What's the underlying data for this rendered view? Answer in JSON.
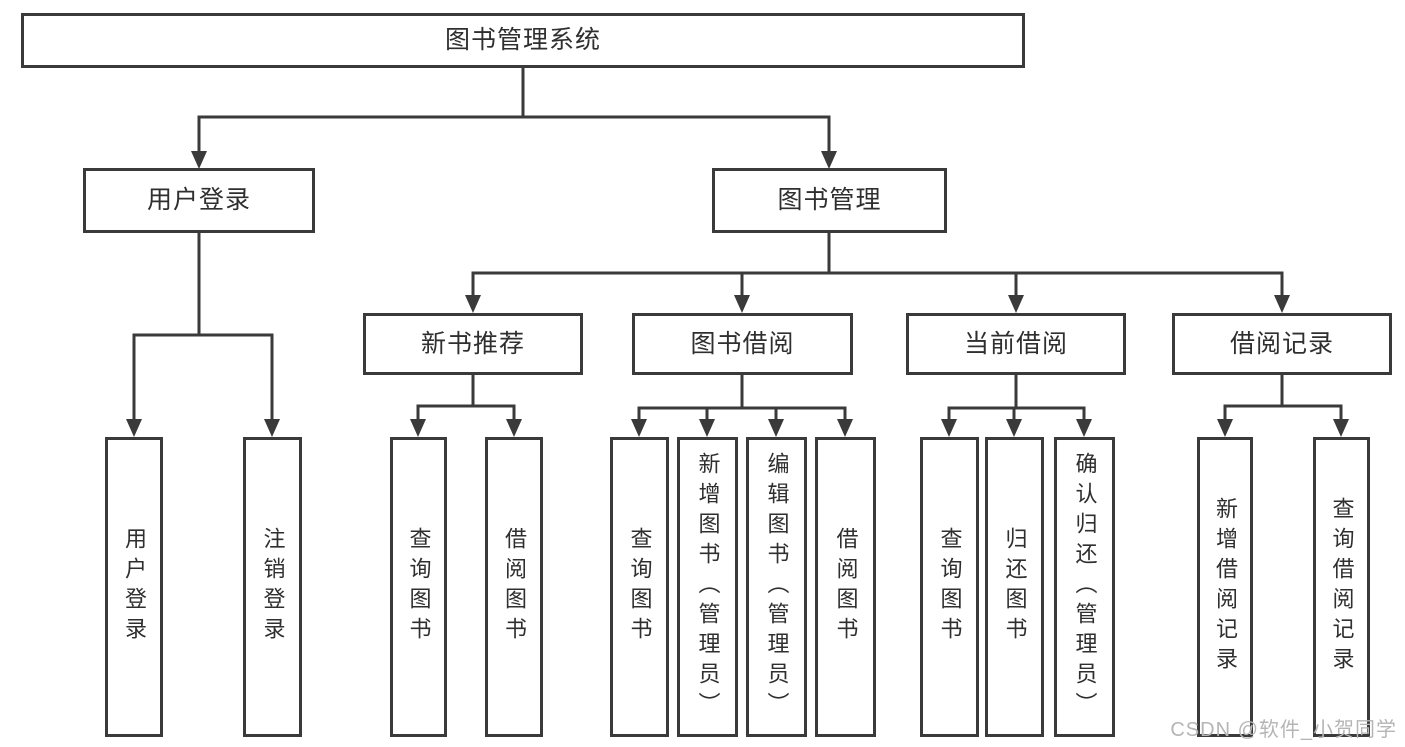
{
  "title": "图书管理系统",
  "watermark": "CSDN @软件_小贺同学",
  "colors": {
    "line": "#3a3a3a",
    "box_border": "#3a3a3a",
    "text": "#2f2f2f",
    "background": "#ffffff",
    "watermark": "#b5b5b5"
  },
  "nodes": [
    {
      "id": "system-root",
      "level": 1,
      "label": "图书管理系统"
    },
    {
      "id": "user-login",
      "level": 2,
      "label": "用户登录"
    },
    {
      "id": "book-management",
      "level": 2,
      "label": "图书管理"
    },
    {
      "id": "new-book-recommendation",
      "level": 3,
      "label": "新书推荐"
    },
    {
      "id": "book-borrowing",
      "level": 3,
      "label": "图书借阅"
    },
    {
      "id": "current-borrowing",
      "level": 3,
      "label": "当前借阅"
    },
    {
      "id": "borrowing-records",
      "level": 3,
      "label": "借阅记录"
    },
    {
      "id": "leaf-user-login",
      "level": 4,
      "label": "用户登录"
    },
    {
      "id": "leaf-logout",
      "level": 4,
      "label": "注销登录"
    },
    {
      "id": "leaf-query-books-1",
      "level": 4,
      "label": "查询图书"
    },
    {
      "id": "leaf-borrow-books-1",
      "level": 4,
      "label": "借阅图书"
    },
    {
      "id": "leaf-query-books-2",
      "level": 4,
      "label": "查询图书"
    },
    {
      "id": "leaf-add-books-admin",
      "level": 4,
      "label": "新增图书（管理员）"
    },
    {
      "id": "leaf-edit-books-admin",
      "level": 4,
      "label": "编辑图书（管理员）"
    },
    {
      "id": "leaf-borrow-books-2",
      "level": 4,
      "label": "借阅图书"
    },
    {
      "id": "leaf-query-books-3",
      "level": 4,
      "label": "查询图书"
    },
    {
      "id": "leaf-return-books",
      "level": 4,
      "label": "归还图书"
    },
    {
      "id": "leaf-confirm-return",
      "level": 4,
      "label": "确认归还（管理员）"
    },
    {
      "id": "leaf-add-borrow-record",
      "level": 4,
      "label": "新增借阅记录"
    },
    {
      "id": "leaf-query-borrow-record",
      "level": 4,
      "label": "查询借阅记录"
    }
  ],
  "hierarchy": {
    "图书管理系统": [
      "用户登录",
      "图书管理"
    ],
    "用户登录": [
      "用户登录",
      "注销登录"
    ],
    "图书管理": [
      "新书推荐",
      "图书借阅",
      "当前借阅",
      "借阅记录"
    ],
    "新书推荐": [
      "查询图书",
      "借阅图书"
    ],
    "图书借阅": [
      "查询图书",
      "新增图书（管理员）",
      "编辑图书（管理员）",
      "借阅图书"
    ],
    "当前借阅": [
      "查询图书",
      "归还图书",
      "确认归还（管理员）"
    ],
    "借阅记录": [
      "新增借阅记录",
      "查询借阅记录"
    ]
  }
}
